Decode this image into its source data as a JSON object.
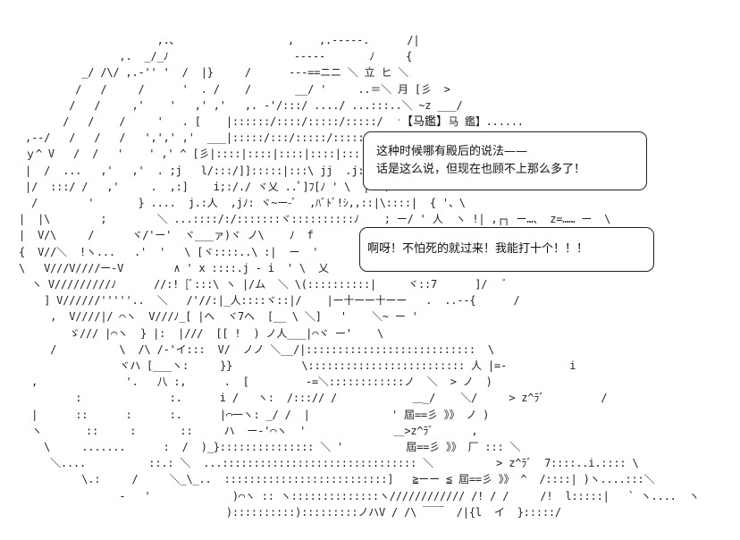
{
  "art_lines": [
    "                       ,.､                  ,    ,.-----.      /|",
    "                 ,.  _/_ﾉ                    -----       ﾉ     {",
    "           _/ /\\/ ,.-'' '  /  |}     /      ---==ニニ ＼ 立 ヒ ＼",
    "          /   /     /      '  . /    /       __/ '     ..＝＼ 月 [彡  >",
    "         /   /     ,'    '   ,' ,'   ,. -'/:::/ ..../ ...:::..＼ ~z ___/",
    "        /   /    /     '   . [    |::::::/::::/:::::/:::::/  ヾ.,-:/【马 鑑】......",
    "  ,--/   /   /   /   ',',' ,'  ___|:::::/:::/:::::/:::::/  \\ V/ f",
    "  ｙ^ V   /  /   '    ' ,' ^ [彡|::::|::::|::::|::::|:::|!|  '  ,. |  ",
    "  |  /  ...   ,'   ,'  . ;j   l/:::/]]:::::|:::\\ jj  .j:|  \\   |  ",
    "  |/  :::/ /   ,'     .  ,:]    i;:/./ ヾ乂 ..ﾟ]ﾌ[ﾉ ' \\  |  \\ ",
    "   /        '       } ....  j.:人  ,jﾉ: ヾ~ー-ﾞ  ,ﾊﾞﾄﾞ!ｼ,,::|\\::::|  { '、\\",
    " |  |\\        ;        ＼ ...::::/:/:::::::ヾ::::::::::ﾉ    ; ー/ ' 人  ヽ !| ,┌┐ ー…、 z=…… ー  \\",
    " |  V/\\     /      ヾ/'ー'  ヾ___ァ)ヾ ノ\\    ﾉ  f  ",
    " {  V//＼  !ヽ...   .'  '   \\ [ヾ::::..\\ :|  ー  '",
    " \\   V///V////ー-V        ∧ ' x ::::.j - i  ' \\  乂",
    "   ヽ V/////////ﾉ      //:! [ﾞ:::\\ ヽ |/ム  ＼ \\(::::::::::|     ヾ::7      ]/   ﾞ",
    "     ] V//////'''''..  ＼   /'//:|_人::::ヾ::|/    |ー十ーー十ーー   .  ..--{      /",
    "      ,  V////|/ ⌒ヽ  V///ﾉ_[ |ヘ  ヾ7ヘ  [__ \\ ＼]   '    ＼~ ー '",
    "         ゞ/// |⌒ヽ  } |:  |///  [[ !  ) ノ人___|⌒ヾ ー'    \\",
    "      /          \\  /\\ /-'イ:::  V/  ノノ ＼__/|:::::::::::::::::::::::::::  \\",
    "                 ヾハ [___ヽ:     }}           \\::::::::::::::::::::::::: 人 |=-          i",
    "   ,              '.   八 :,      .  [         -=＼::::::::::::ノ  ＼  > ノ  )",
    "          :              :.      i /   ヽ:  /:::// /            ＿_/    ＼/     > z^ﾗﾞ         /",
    "   |      ::      :      :.      |⌒一ヽ: _/ /  |             ' 屆==彡 》》 ノ )",
    "   ヽ       ::     :       ::     ハ  ー-'⌒ヽ  '              ＿>z^ﾗﾞ      ,",
    "     \\     .......      :  /  )_}::::::::::::::: ＼ '          屆==彡 》》 厂 ::: ＼",
    "      ＼....          ::.: ＼  ...::::::::::::::::::::::::::::::: ＼          > z^ﾗﾞ  7::::..i.:::: \\",
    "           \\.:     /     ＼_\\_..  ::::::::::::::::::::::::::]   ≧ーー ≦ 屆==彡 》》 ^  /::::| )ヽ....:::＼",
    "                 -   '             )⌒ヽ :: ヽ::::::::::::::ヽ//////////// /! / /     /!  l:::::|   ` ヽ....  ヽ",
    "                                  )::::::::::):::::::::ノハV / /\\ ￣￣  /|{l  イ  }:::::/"
  ],
  "speaker_name": "【马鑑】",
  "bubbles": [
    {
      "lines": [
        "这种时候哪有殿后的说法——",
        "话是这么说，但现在也顾不上那么多了！"
      ]
    },
    {
      "lines": [
        "啊呀！不怕死的就过来！我能打十个！！！"
      ]
    }
  ]
}
